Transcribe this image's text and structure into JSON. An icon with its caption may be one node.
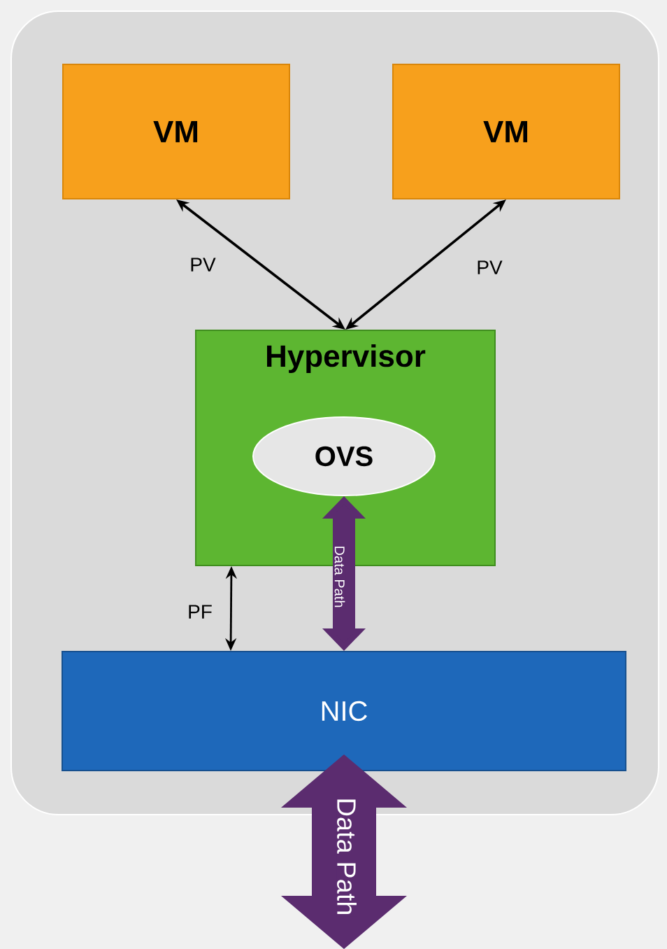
{
  "diagram": {
    "nodes": [
      {
        "text": [
          "VM"
        ]
      },
      {
        "text": [
          "VM"
        ]
      },
      {
        "text": [
          "Hypervisor"
        ]
      },
      {
        "text": [
          "OVS"
        ],
        "in": 2
      },
      {
        "text": [
          "NIC"
        ]
      }
    ],
    "edges": [
      {
        "from": 0,
        "to": 2,
        "arrow": "both",
        "label": "PV"
      },
      {
        "from": 1,
        "to": 2,
        "arrow": "both",
        "label": "PV"
      },
      {
        "from": 2,
        "to": 4,
        "arrow": "both",
        "label": "PF"
      },
      {
        "from": 3,
        "to": 4,
        "arrow": "both",
        "label": "Data Path",
        "style": "thick",
        "color": "#5b2c6f"
      },
      {
        "from": 4,
        "to": null,
        "arrow": "both",
        "label": "Data Path",
        "style": "thick",
        "color": "#5b2c6f"
      }
    ]
  }
}
